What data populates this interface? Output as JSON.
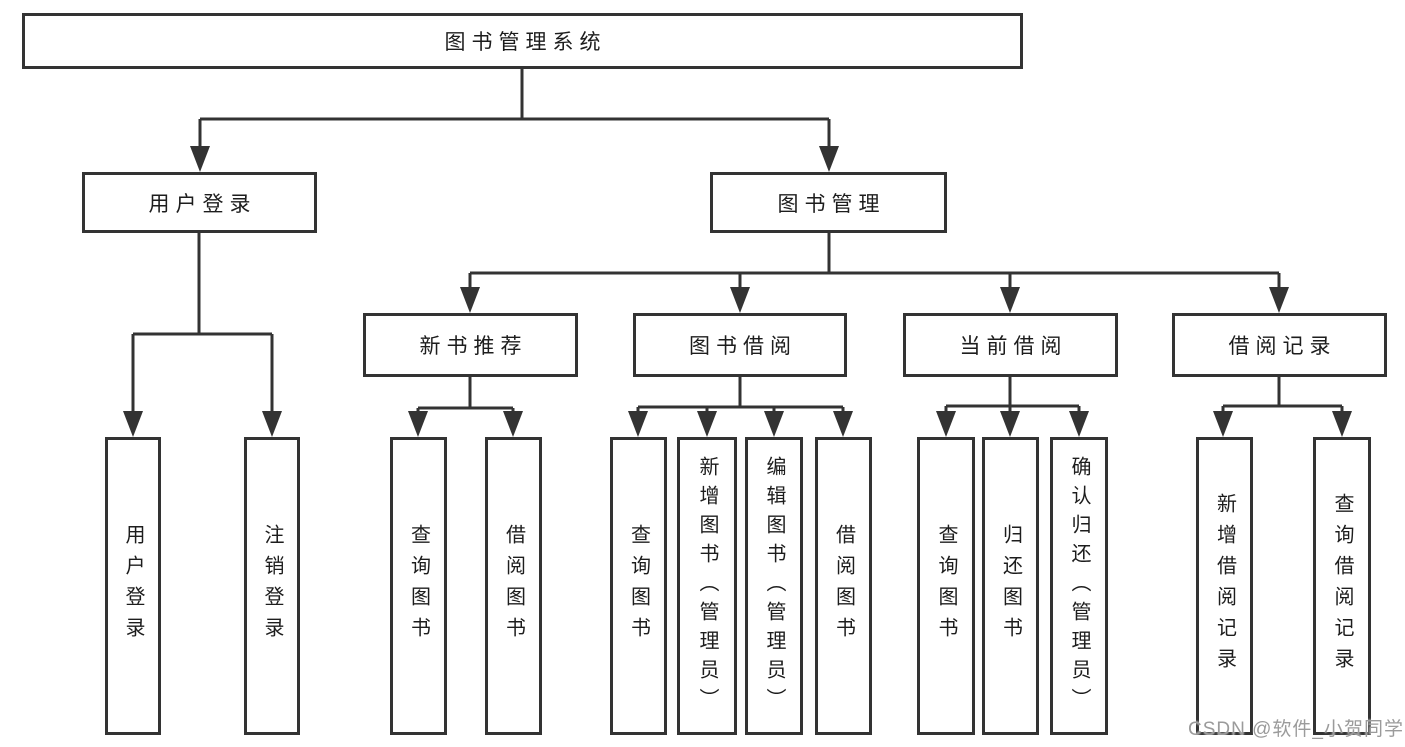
{
  "tree": {
    "root": {
      "label": "图书管理系统",
      "children": [
        {
          "label": "用户登录",
          "children": [
            {
              "label": "用户登录"
            },
            {
              "label": "注销登录"
            }
          ]
        },
        {
          "label": "图书管理",
          "children": [
            {
              "label": "新书推荐",
              "children": [
                {
                  "label": "查询图书"
                },
                {
                  "label": "借阅图书"
                }
              ]
            },
            {
              "label": "图书借阅",
              "children": [
                {
                  "label": "查询图书"
                },
                {
                  "label": "新增图书（管理员）"
                },
                {
                  "label": "编辑图书（管理员）"
                },
                {
                  "label": "借阅图书"
                }
              ]
            },
            {
              "label": "当前借阅",
              "children": [
                {
                  "label": "查询图书"
                },
                {
                  "label": "归还图书"
                },
                {
                  "label": "确认归还（管理员）"
                }
              ]
            },
            {
              "label": "借阅记录",
              "children": [
                {
                  "label": "新增借阅记录"
                },
                {
                  "label": "查询借阅记录"
                }
              ]
            }
          ]
        }
      ]
    }
  },
  "watermark": {
    "text": "CSDN @软件_小贺同学"
  },
  "colors": {
    "line": "#333333",
    "box_border": "#333333",
    "text": "#1d1d1d",
    "watermark": "#9b9b9b",
    "background": "#ffffff"
  }
}
